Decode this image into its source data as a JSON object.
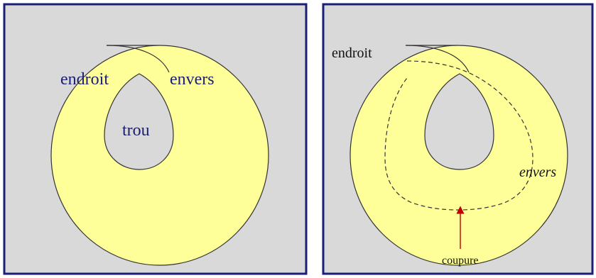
{
  "left_panel": {
    "labels": {
      "front": "endroit",
      "back": "envers",
      "hole": "trou"
    }
  },
  "right_panel": {
    "labels": {
      "front": "endroit",
      "back": "envers",
      "cut": "coupure"
    }
  },
  "colors": {
    "panel_bg": "#d9d9d9",
    "panel_border": "#1b1f78",
    "shape_fill": "#ffff99",
    "outline": "#333333",
    "label_blue": "#1c1f6e",
    "label_black": "#111111",
    "cut_arrow": "#c00000"
  }
}
